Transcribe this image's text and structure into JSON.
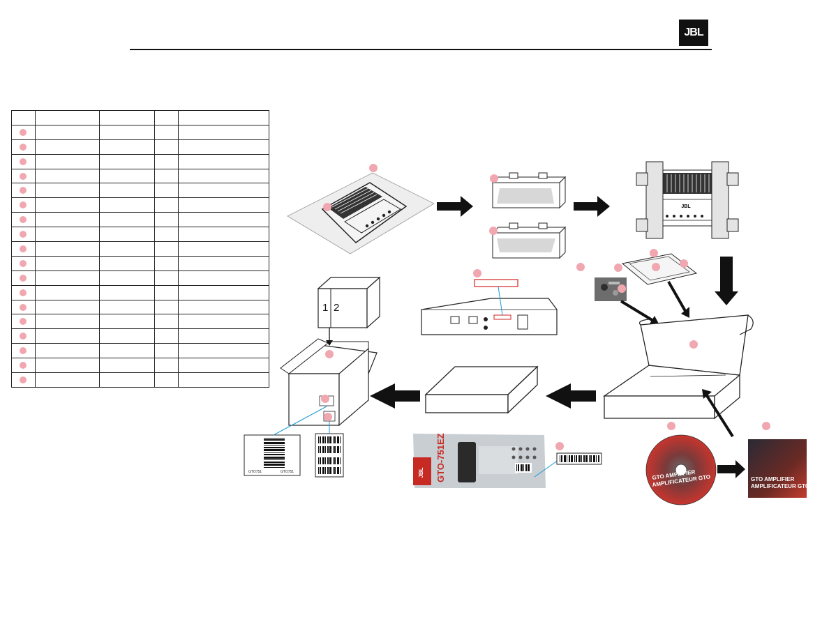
{
  "header": {
    "logo_text": "JBL"
  },
  "parts_table": {
    "row_count": 18
  },
  "carton": {
    "label_1": "1",
    "label_2": "2"
  },
  "carton_label": {
    "left_text": "GTO751",
    "right_text": "GTO751"
  },
  "retail_box": {
    "brand": "JBL",
    "model": "GTO-751EZ"
  },
  "cd": {
    "line_1": "GTO AMPLIFIER",
    "line_2": "AMPLIFICATEUR GTO"
  },
  "sleeve": {
    "line_1": "GTO AMPLIFIER",
    "line_2": "AMPLIFICATEUR GTO"
  },
  "colors": {
    "callout": "#f1a7b0",
    "arrow": "#111111",
    "leader": "#1a9ad6",
    "label_box": "#d22222"
  }
}
